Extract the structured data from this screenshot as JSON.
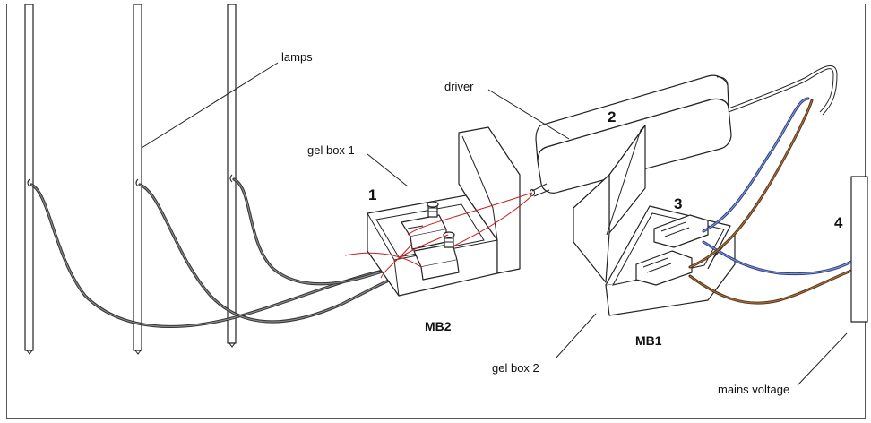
{
  "labels": {
    "lamps": "lamps",
    "driver": "driver",
    "gel_box_1": "gel box 1",
    "gel_box_2": "gel box 2",
    "mains_voltage": "mains voltage",
    "mb1": "MB1",
    "mb2": "MB2"
  },
  "callouts": {
    "n1": "1",
    "n2": "2",
    "n3": "3",
    "n4": "4"
  },
  "colors": {
    "lamp_cable": "#333333",
    "internal_wire": "#c81e1e",
    "blue_wire": "#2b3f86",
    "brown_wire": "#5a3414"
  }
}
